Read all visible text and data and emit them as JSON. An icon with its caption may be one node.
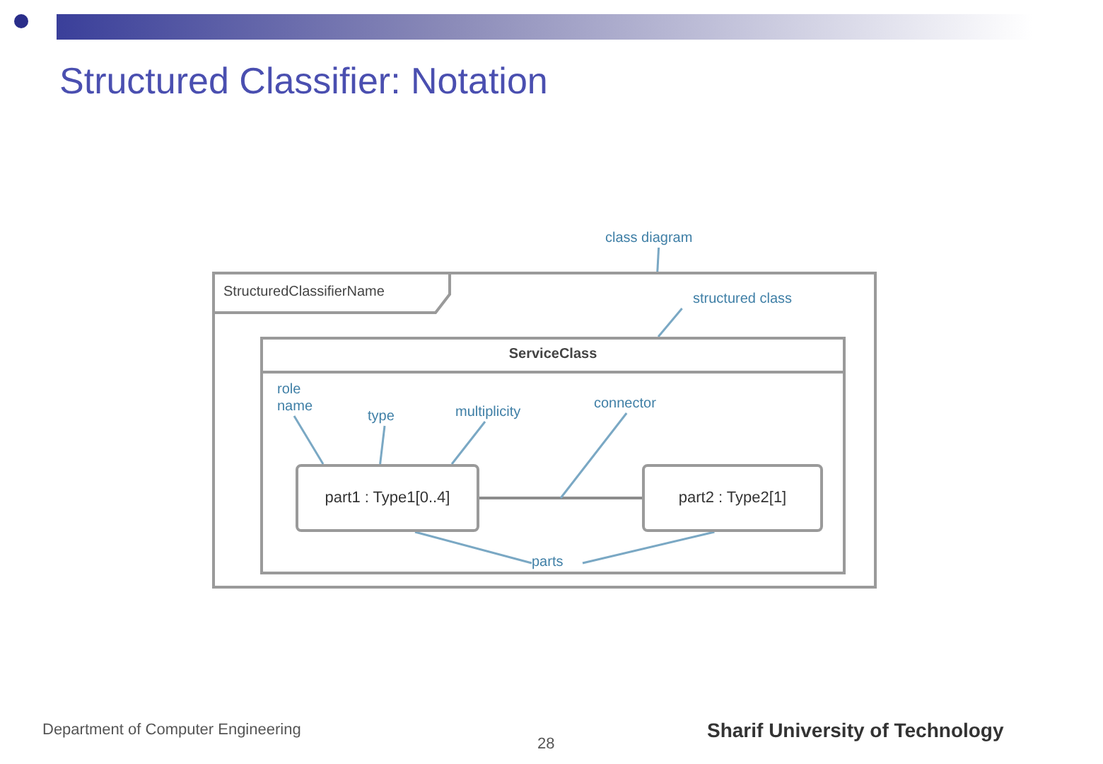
{
  "diagram": {
    "title": "Structured Classifier: Notation",
    "nodes": [
      {
        "text": [
          "StructuredClassifierName"
        ]
      },
      {
        "text": [
          "ServiceClass"
        ],
        "in": 0
      },
      {
        "text": [
          "part1 : Type1[0..4]"
        ],
        "in": 1
      },
      {
        "text": [
          "part2 : Type2[1]"
        ],
        "in": 1
      },
      {
        "text": [
          "class diagram"
        ]
      },
      {
        "text": [
          "structured class"
        ],
        "in": 0
      },
      {
        "text": [
          "role name"
        ],
        "in": 1
      },
      {
        "text": [
          "type"
        ],
        "in": 1
      },
      {
        "text": [
          "multiplicity"
        ],
        "in": 1
      },
      {
        "text": [
          "connector"
        ],
        "in": 1
      },
      {
        "text": [
          "parts"
        ],
        "in": 1
      }
    ],
    "edges": [
      {
        "from": 2,
        "to": 3,
        "arrow": "none",
        "color": "#8c8c8c"
      },
      {
        "from": 4,
        "to": 0,
        "arrow": "none"
      },
      {
        "from": 5,
        "to": 1,
        "arrow": "none"
      },
      {
        "from": 6,
        "to": 2,
        "arrow": "none"
      },
      {
        "from": 7,
        "to": 2,
        "arrow": "none"
      },
      {
        "from": 8,
        "to": 2,
        "arrow": "none"
      },
      {
        "from": 9,
        "to": null,
        "arrow": "none"
      },
      {
        "from": 10,
        "to": 2,
        "arrow": "none"
      },
      {
        "from": 10,
        "to": 3,
        "arrow": "none"
      }
    ],
    "labels": [
      "Department of Computer Engineering",
      "28",
      "Sharif University of Technology"
    ]
  }
}
